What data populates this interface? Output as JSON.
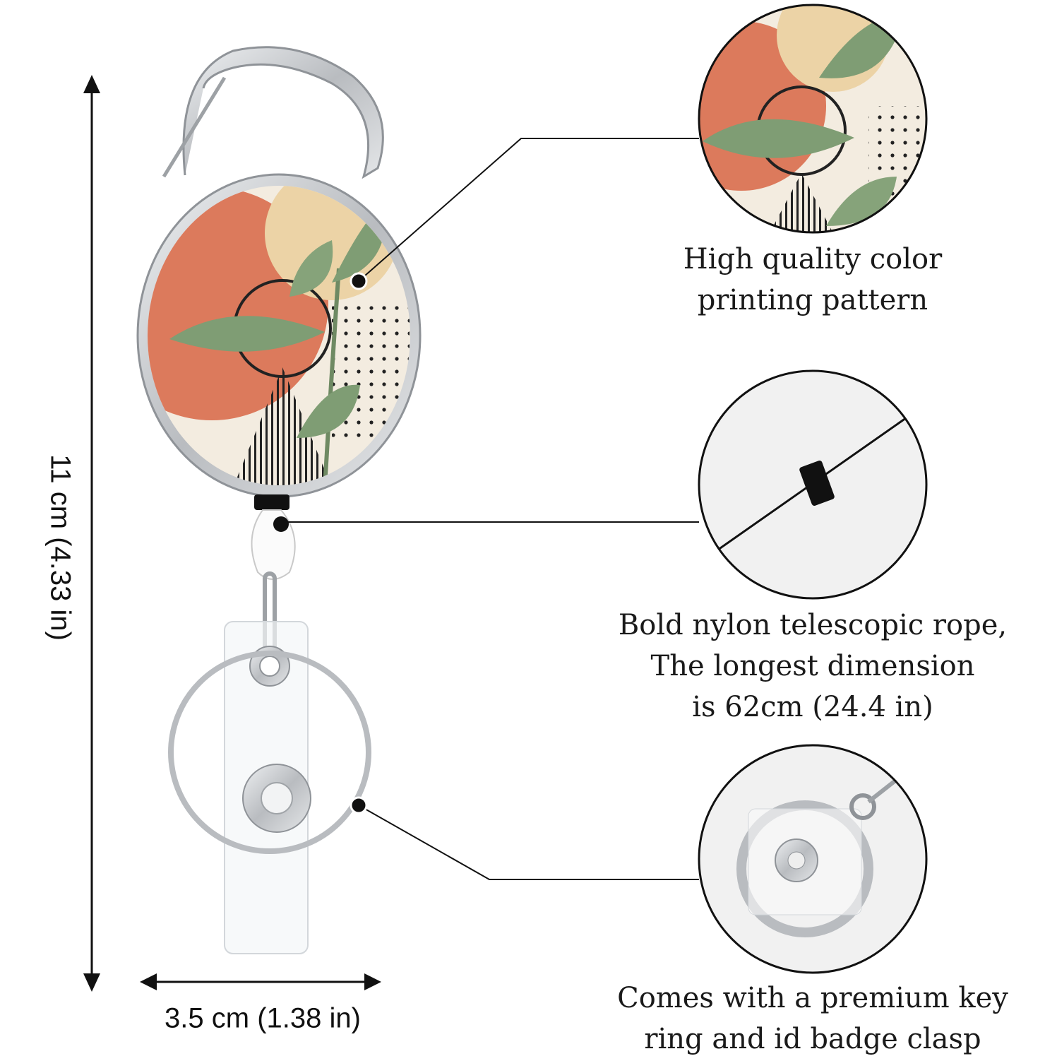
{
  "dimensions": {
    "height_label": "11 cm (4.33 in)",
    "width_label": "3.5 cm (1.38 in)"
  },
  "callouts": [
    {
      "lines": [
        "High quality color",
        "printing pattern"
      ],
      "icon": "printed-pattern-detail"
    },
    {
      "lines": [
        "Bold nylon telescopic rope,",
        "The longest dimension",
        "is 62cm (24.4 in)"
      ],
      "icon": "nylon-rope-detail"
    },
    {
      "lines": [
        "Comes with a premium key",
        "ring and id badge clasp"
      ],
      "icon": "key-ring-clasp-detail"
    }
  ],
  "colors": {
    "terracotta": "#dc7a5c",
    "sand": "#ecd3a6",
    "cream": "#f3ece0",
    "leaf": "#7f9d74",
    "metal": "#c8cacd",
    "ink": "#111111"
  }
}
